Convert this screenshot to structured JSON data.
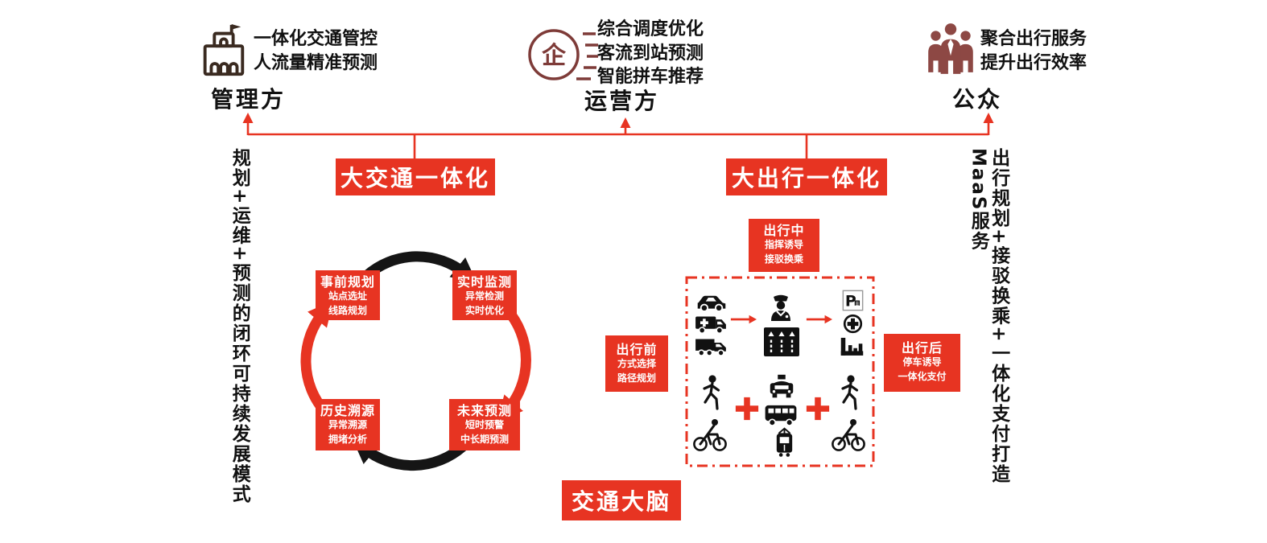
{
  "colors": {
    "accent_red": "#E73422",
    "building_icon": "#3A2A20",
    "enterprise_icon": "#7E3B38",
    "people_icon": "#8D4844",
    "text_black": "#111111"
  },
  "stakeholders": [
    {
      "label": "管理方",
      "icon": "government-building-icon",
      "features": [
        "一体化交通管控",
        "人流量精准预测"
      ]
    },
    {
      "label": "运营方",
      "icon": "enterprise-dispatch-icon",
      "icon_glyph": "企",
      "features": [
        "综合调度优化",
        "客流到站预测",
        "智能拼车推荐"
      ]
    },
    {
      "label": "公众",
      "icon": "people-group-icon",
      "features": [
        "聚合出行服务",
        "提升出行效率"
      ]
    }
  ],
  "banners": {
    "traffic": "大交通一体化",
    "mobility": "大出行一体化",
    "brain": "交通大脑"
  },
  "side_notes": {
    "left": "规划+运维+预测的闭环可持续发展模式",
    "right": "出行规划+接驳换乘+一体化支付打造MaaS服务"
  },
  "cycle": {
    "stages": [
      {
        "position": "top-left",
        "title": "事前规划",
        "items": [
          "站点选址",
          "线路规划"
        ]
      },
      {
        "position": "top-right",
        "title": "实时监测",
        "items": [
          "异常检测",
          "实时优化"
        ]
      },
      {
        "position": "bottom-left",
        "title": "历史溯源",
        "items": [
          "异常溯源",
          "拥堵分析"
        ]
      },
      {
        "position": "bottom-right",
        "title": "未来预测",
        "items": [
          "短时预警",
          "中长期预测"
        ]
      }
    ]
  },
  "journey": {
    "during": {
      "title": "出行中",
      "items": [
        "指挥诱导",
        "接驳换乘"
      ]
    },
    "before": {
      "title": "出行前",
      "items": [
        "方式选择",
        "路径规划"
      ]
    },
    "after": {
      "title": "出行后",
      "items": [
        "停车诱导",
        "一体化支付"
      ]
    },
    "icon_groups": {
      "vehicles": [
        "car-icon",
        "ambulance-icon",
        "truck-icon"
      ],
      "control": [
        "police-officer-icon",
        "traffic-guidance-board-icon"
      ],
      "destinations": [
        "parking-icon",
        "hospital-icon",
        "factory-icon"
      ],
      "walk_ride_left": [
        "pedestrian-icon",
        "cyclist-icon"
      ],
      "transit": [
        "taxi-icon",
        "bus-icon",
        "tram-icon"
      ],
      "walk_ride_right": [
        "pedestrian-icon",
        "cyclist-icon"
      ],
      "connectors": [
        "arrow-right-icon",
        "plus-icon"
      ]
    }
  }
}
